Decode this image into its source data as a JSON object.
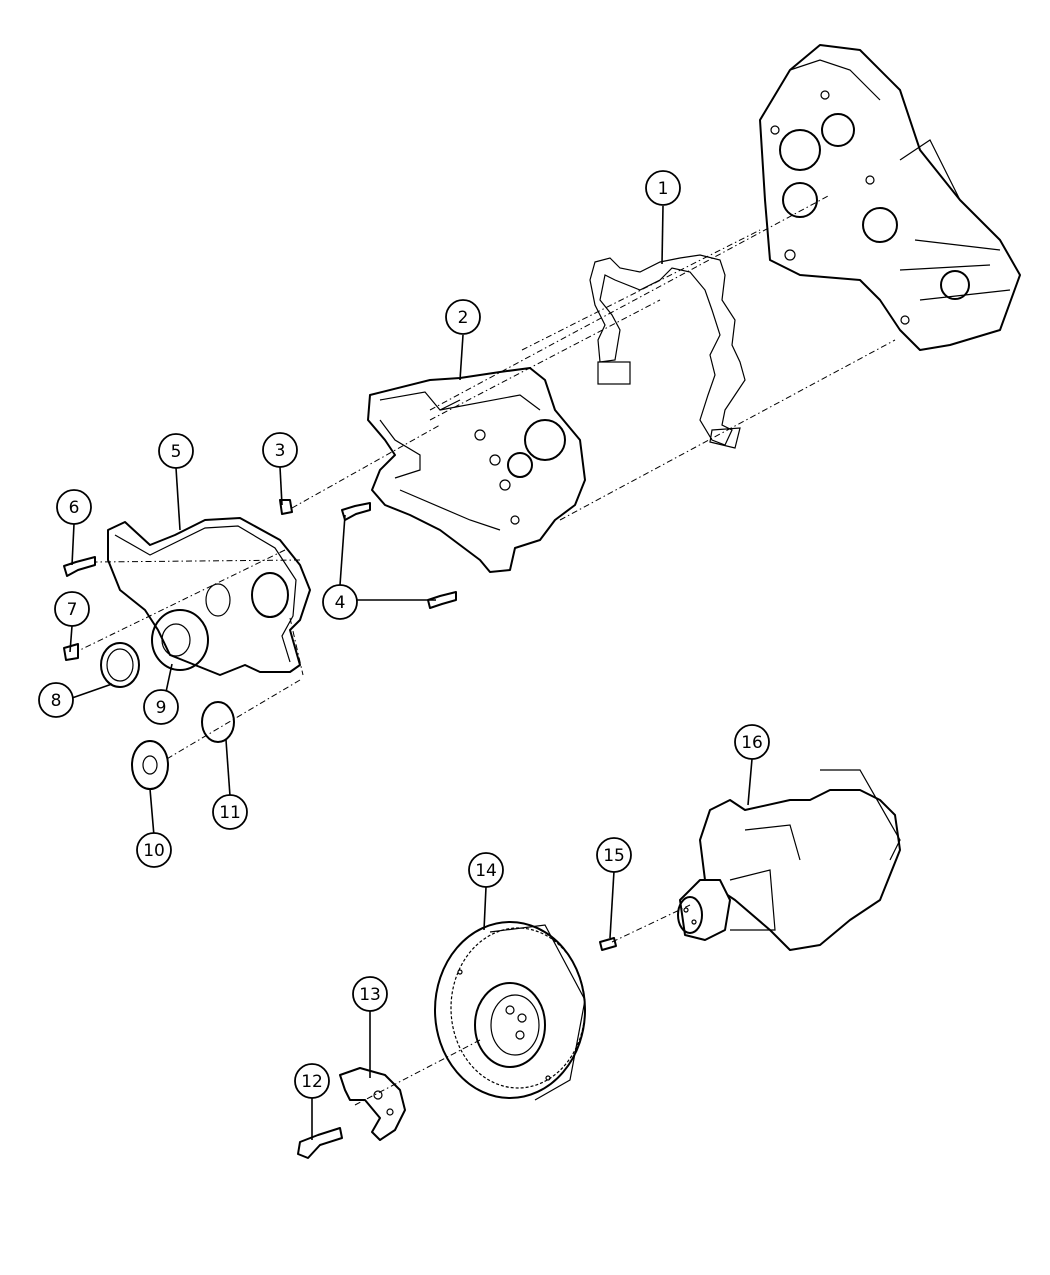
{
  "callouts": [
    "1",
    "2",
    "3",
    "4",
    "5",
    "6",
    "7",
    "8",
    "9",
    "10",
    "11",
    "12",
    "13",
    "14",
    "15",
    "16"
  ]
}
